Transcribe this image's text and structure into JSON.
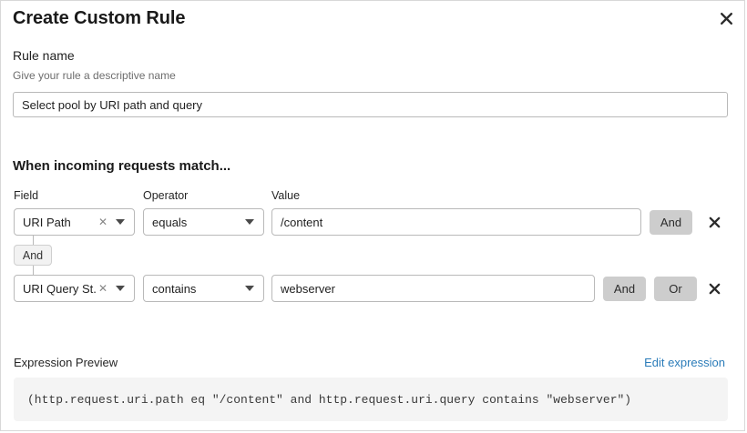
{
  "modal": {
    "title": "Create Custom Rule",
    "close_icon": "close-icon"
  },
  "rule_name": {
    "label": "Rule name",
    "help": "Give your rule a descriptive name",
    "value": "Select pool by URI path and query",
    "placeholder": "Select pool by URI path and query"
  },
  "conditions": {
    "heading": "When incoming requests match...",
    "columns": {
      "field": "Field",
      "operator": "Operator",
      "value": "Value"
    },
    "connector": "And",
    "rows": [
      {
        "field": "URI Path",
        "operator": "equals",
        "value": "/content",
        "clear_icon": "clear-x-icon",
        "caret_icon": "chevron-down-icon",
        "buttons": [
          "And"
        ],
        "delete_icon": "delete-x-icon"
      },
      {
        "field": "URI Query St...",
        "operator": "contains",
        "value": "webserver",
        "clear_icon": "clear-x-icon",
        "caret_icon": "chevron-down-icon",
        "buttons": [
          "And",
          "Or"
        ],
        "delete_icon": "delete-x-icon"
      }
    ]
  },
  "expression": {
    "label": "Expression Preview",
    "edit_link": "Edit expression",
    "code": "(http.request.uri.path eq \"/content\" and http.request.uri.query contains \"webserver\")"
  },
  "colors": {
    "link": "#2b7cb9",
    "pill": "#cdcdcd",
    "code_bg": "#f4f4f4",
    "border": "#b9b9b9"
  }
}
